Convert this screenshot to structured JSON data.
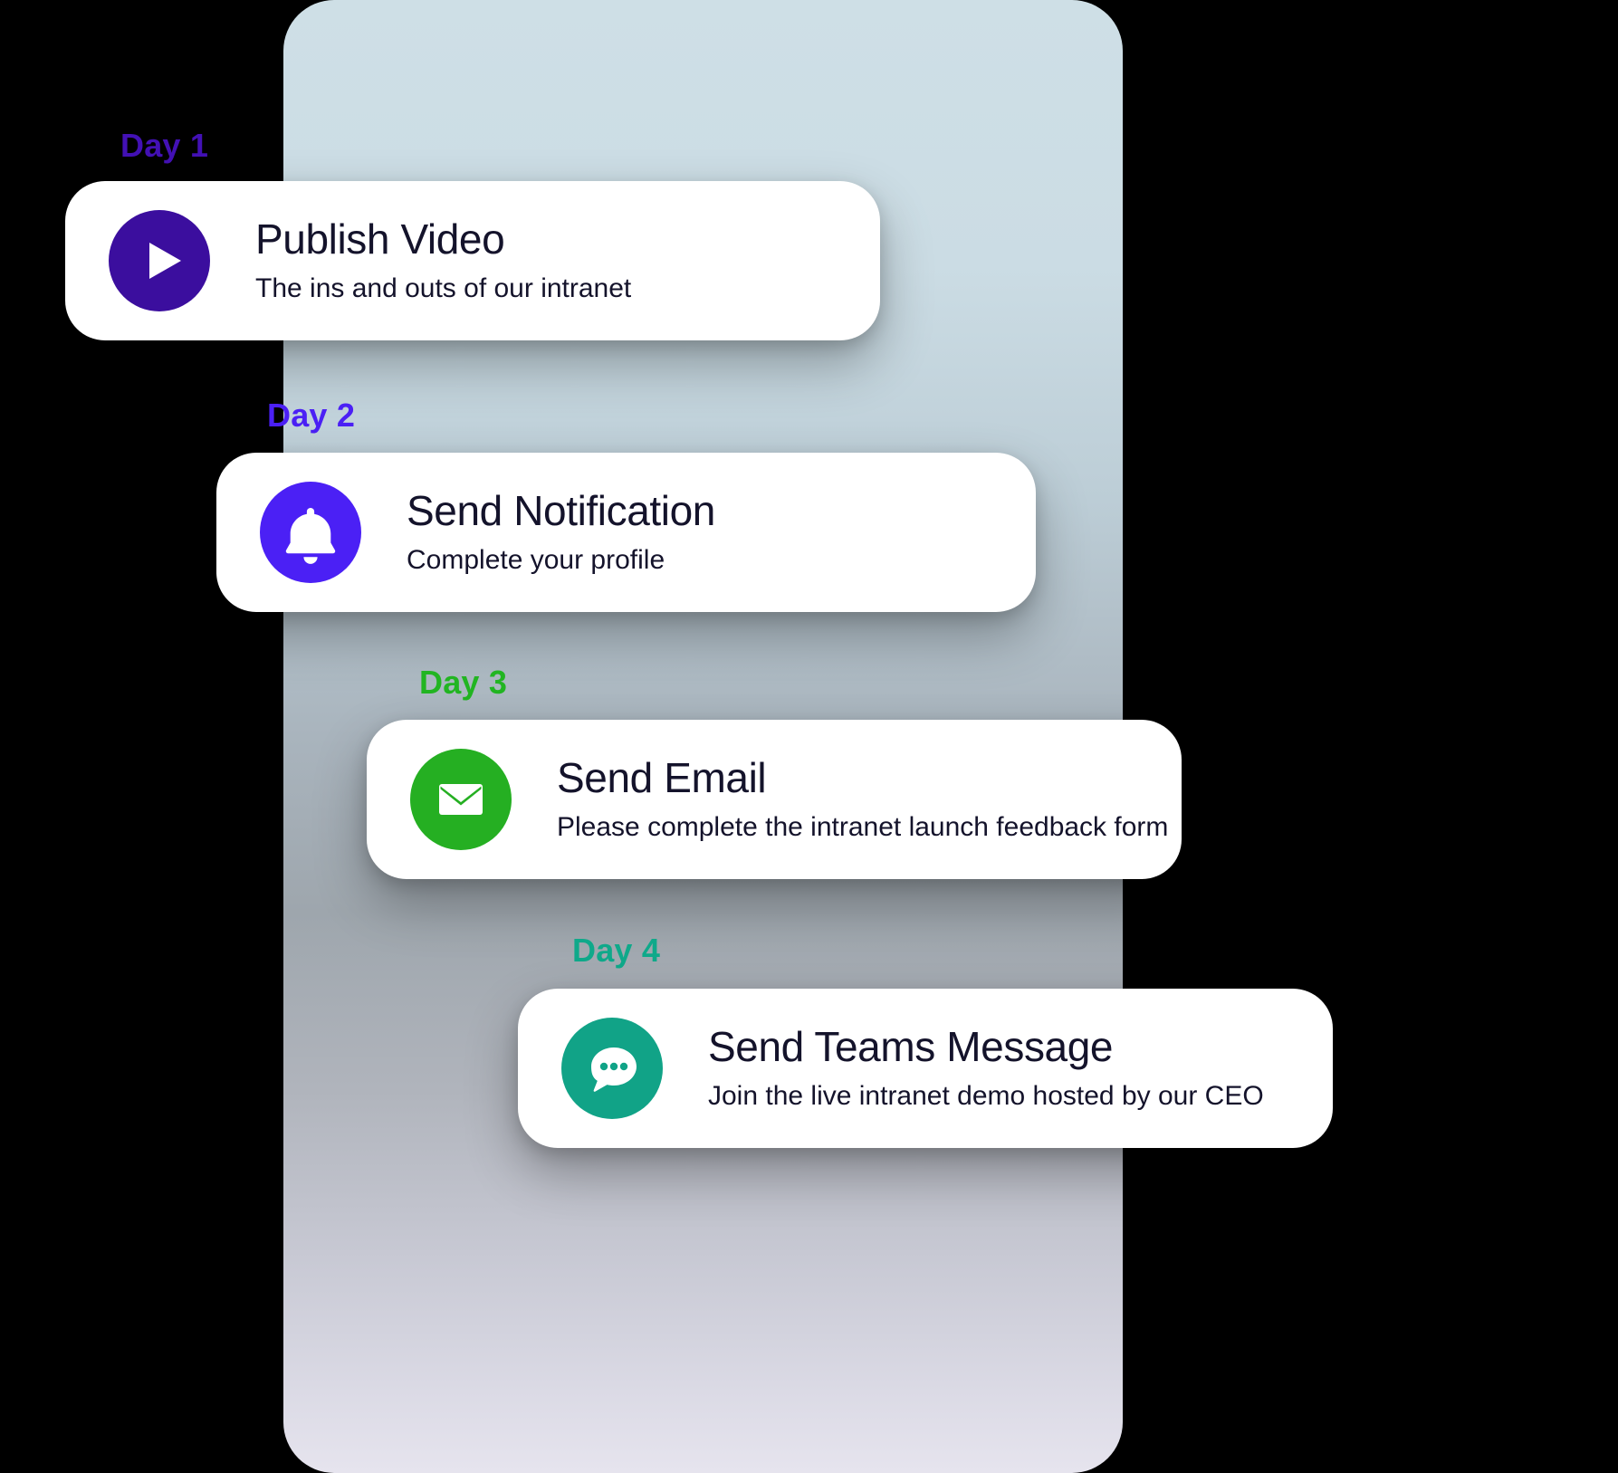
{
  "panel": {
    "gradient_top": "#CEDFE6",
    "gradient_mid": "#9EA6AD",
    "gradient_bottom": "#E6E4EE"
  },
  "steps": [
    {
      "day_label": "Day 1",
      "day_color": "#4311B5",
      "icon": "play-icon",
      "icon_bg": "#3B0E9E",
      "title": "Publish Video",
      "subtitle": "The ins and outs of our intranet"
    },
    {
      "day_label": "Day 2",
      "day_color": "#4B20F5",
      "icon": "bell-icon",
      "icon_bg": "#4B20F5",
      "title": "Send Notification",
      "subtitle": "Complete your profile"
    },
    {
      "day_label": "Day 3",
      "day_color": "#22B522",
      "icon": "envelope-icon",
      "icon_bg": "#25AF22",
      "title": "Send Email",
      "subtitle": "Please complete the intranet launch feedback form"
    },
    {
      "day_label": "Day 4",
      "day_color": "#0FA98A",
      "icon": "chat-bubble-icon",
      "icon_bg": "#11A387",
      "title": "Send Teams Message",
      "subtitle": "Join the live intranet demo hosted by our CEO"
    }
  ]
}
